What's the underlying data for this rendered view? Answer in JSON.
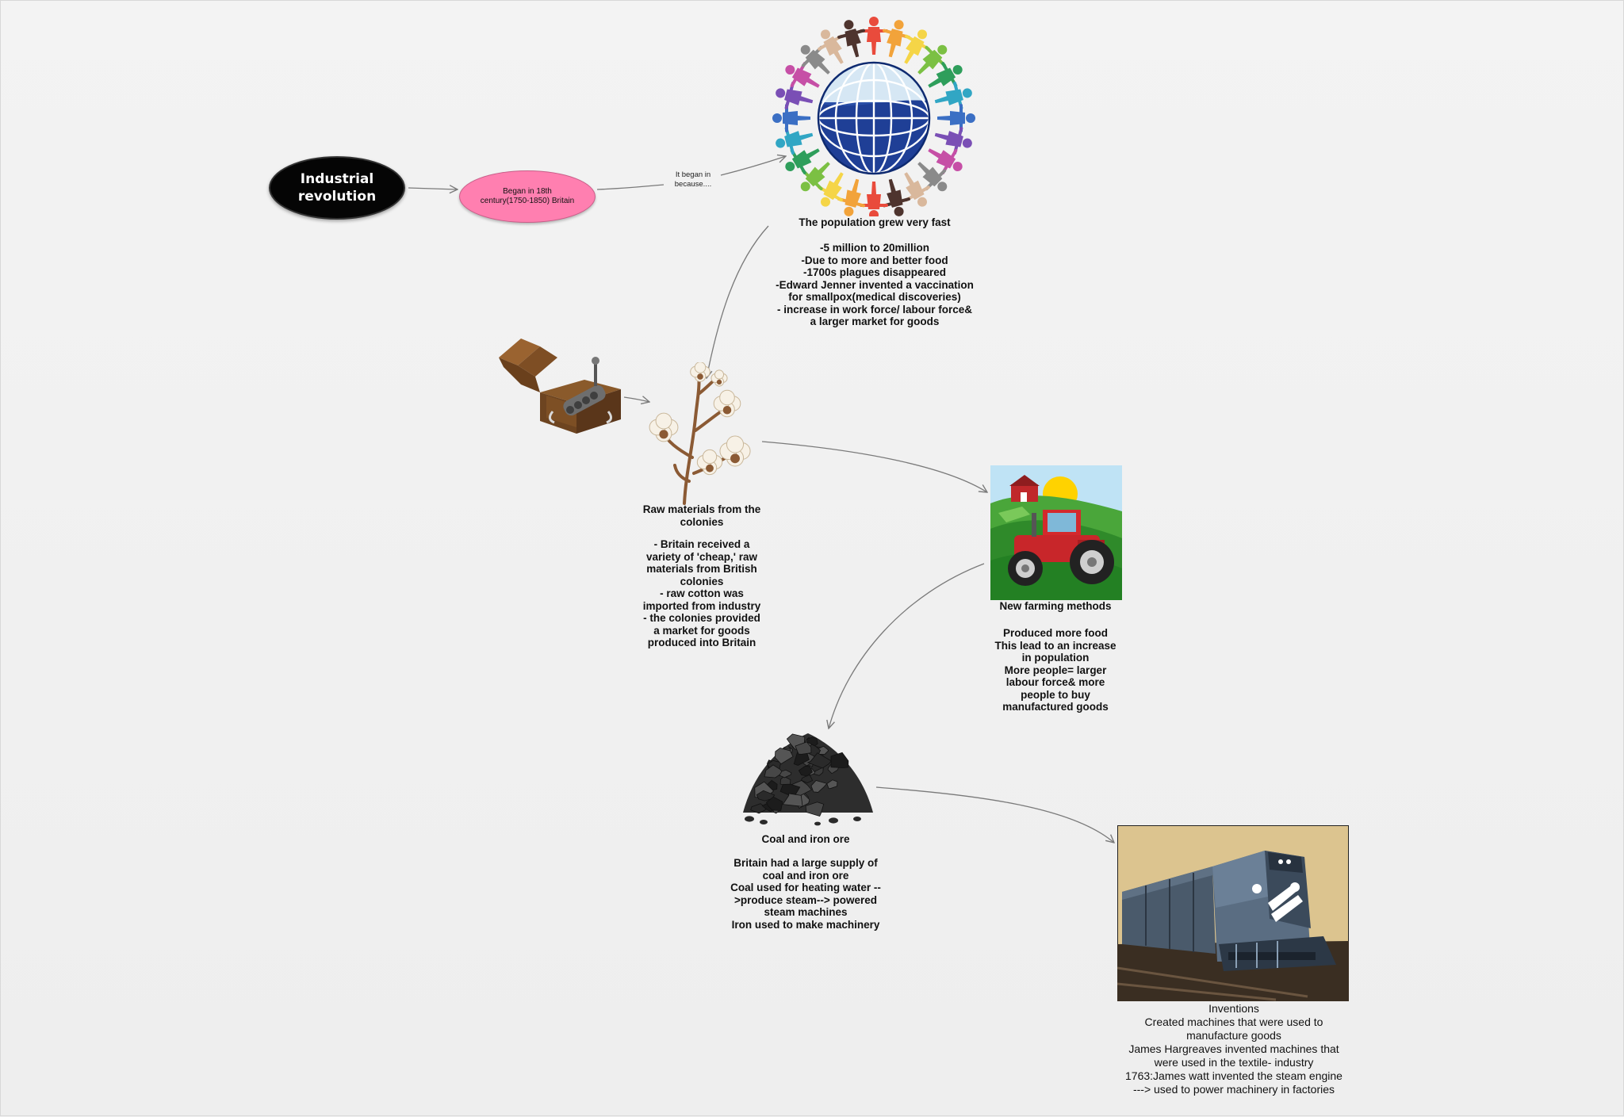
{
  "title_node": {
    "text": "Industrial revolution"
  },
  "began_node": {
    "text": "Began in 18th century(1750-1850) Britain"
  },
  "connector_label": "It began in because....",
  "population": {
    "title": "The population grew very fast",
    "body": "-5 million to 20million\n-Due to more and better food\n-1700s plagues disappeared\n-Edward Jenner invented a vaccination\nfor smallpox(medical discoveries)\n- increase in work force/ labour force&\na larger market for goods"
  },
  "raw_materials": {
    "title": "Raw materials from the\ncolonies",
    "body": "- Britain received a\nvariety of 'cheap,' raw\nmaterials from British\ncolonies\n- raw cotton was\nimported from industry\n- the colonies provided\na market for goods\nproduced into Britain"
  },
  "farming": {
    "title": "New farming methods",
    "body": "Produced more food\nThis lead to an increase\nin population\nMore people= larger\nlabour force& more\npeople to buy\nmanufactured goods"
  },
  "coal": {
    "title": "Coal and iron ore",
    "body": "Britain had a large supply of\ncoal and iron ore\nCoal used for heating water --\n>produce steam--> powered\nsteam machines\nIron used to make machinery"
  },
  "inventions": {
    "text": "Inventions\nCreated machines that were used to\nmanufacture goods\nJames Hargreaves invented machines that\nwere used in the textile- industry\n1763:James watt invented the steam engine\n---> used to power machinery in factories"
  },
  "colors": {
    "title_oval": "#050505",
    "began_oval": "#ff7fb0",
    "connector": "#7a7a7a"
  },
  "icons": {
    "population": "globe-people-icon",
    "cotton_gin": "cotton-gin-icon",
    "cotton": "cotton-plant-icon",
    "farm": "tractor-farm-icon",
    "coal": "coal-pile-icon",
    "train": "locomotive-icon"
  }
}
